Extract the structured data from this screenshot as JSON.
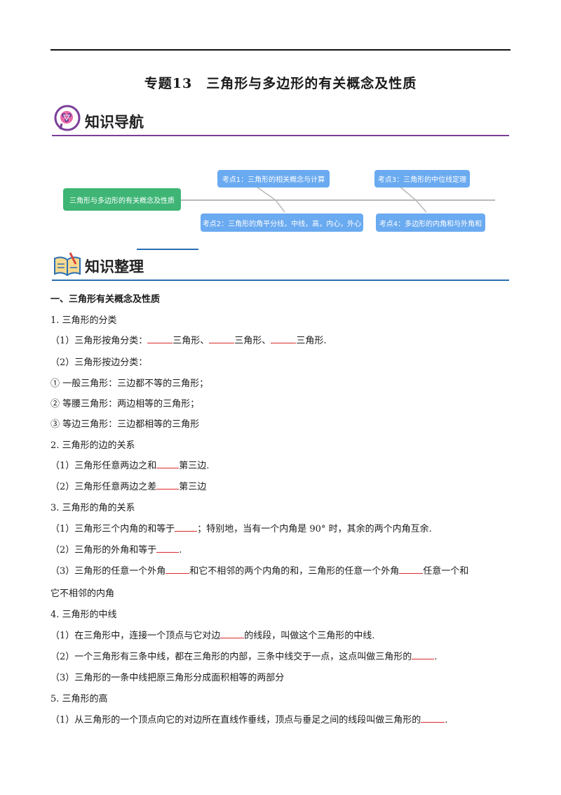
{
  "title": "专题13　三角形与多边形的有关概念及性质",
  "nav_section": {
    "label": "知识导航"
  },
  "mindmap": {
    "root": "三角形与多边形的有关概念及性质",
    "points": [
      "考点1：三角形的相关概念与计算",
      "考点2：三角形的角平分线，中线，高，内心，外心",
      "考点3：三角形的中位线定理",
      "考点4：多边形的内角和与外角和"
    ]
  },
  "sort_section": {
    "label": "知识整理"
  },
  "content": {
    "h1": "一、三角形有关概念及性质",
    "s1": {
      "title": "1. 三角形的分类",
      "l1a": "（1）三角形按角分类：",
      "l1b": "三角形、",
      "l1c": "三角形、",
      "l1d": "三角形.",
      "l2": "（2）三角形按边分类：",
      "l3": "①  一般三角形：三边都不等的三角形；",
      "l4": "②  等腰三角形：两边相等的三角形；",
      "l5": "③  等边三角形：三边都相等的三角形"
    },
    "s2": {
      "title": "2. 三角形的边的关系",
      "l1a": "（1）三角形任意两边之和",
      "l1b": "第三边.",
      "l2a": "（2）三角形任意两边之差",
      "l2b": "第三边"
    },
    "s3": {
      "title": "3. 三角形的角的关系",
      "l1a": "（1）三角形三个内角的和等于",
      "l1b": "；特别地，当有一个内角是  90°  时，其余的两个内角互余.",
      "l2a": "（2）三角形的外角和等于",
      "l2b": ".",
      "l3a": "（3）三角形的任意一个外角",
      "l3b": "和它不相邻的两个内角的和，三角形的任意一个外角",
      "l3c": "任意一个和",
      "l4": "它不相邻的内角"
    },
    "s4": {
      "title": "4. 三角形的中线",
      "l1a": "（1）在三角形中，连接一个顶点与它对边",
      "l1b": "的线段，叫做这个三角形的中线.",
      "l2a": "（2）一个三角形有三条中线，都在三角形的内部，三条中线交于一点，这点叫做三角形的",
      "l2b": ".",
      "l3": "（3）三角形的一条中线把原三角形分成面积相等的两部分"
    },
    "s5": {
      "title": "5. 三角形的高",
      "l1a": "（1）从三角形的一个顶点向它的对边所在直线作垂线，顶点与垂足之间的线段叫做三角形的",
      "l1b": "."
    }
  },
  "colors": {
    "nav_rule": "#7a3e98",
    "sort_rule": "#2b6fb3",
    "root_node": "#3eb575",
    "leaf_node": "#6aaaf0",
    "blank_line": "#d92b2b"
  }
}
